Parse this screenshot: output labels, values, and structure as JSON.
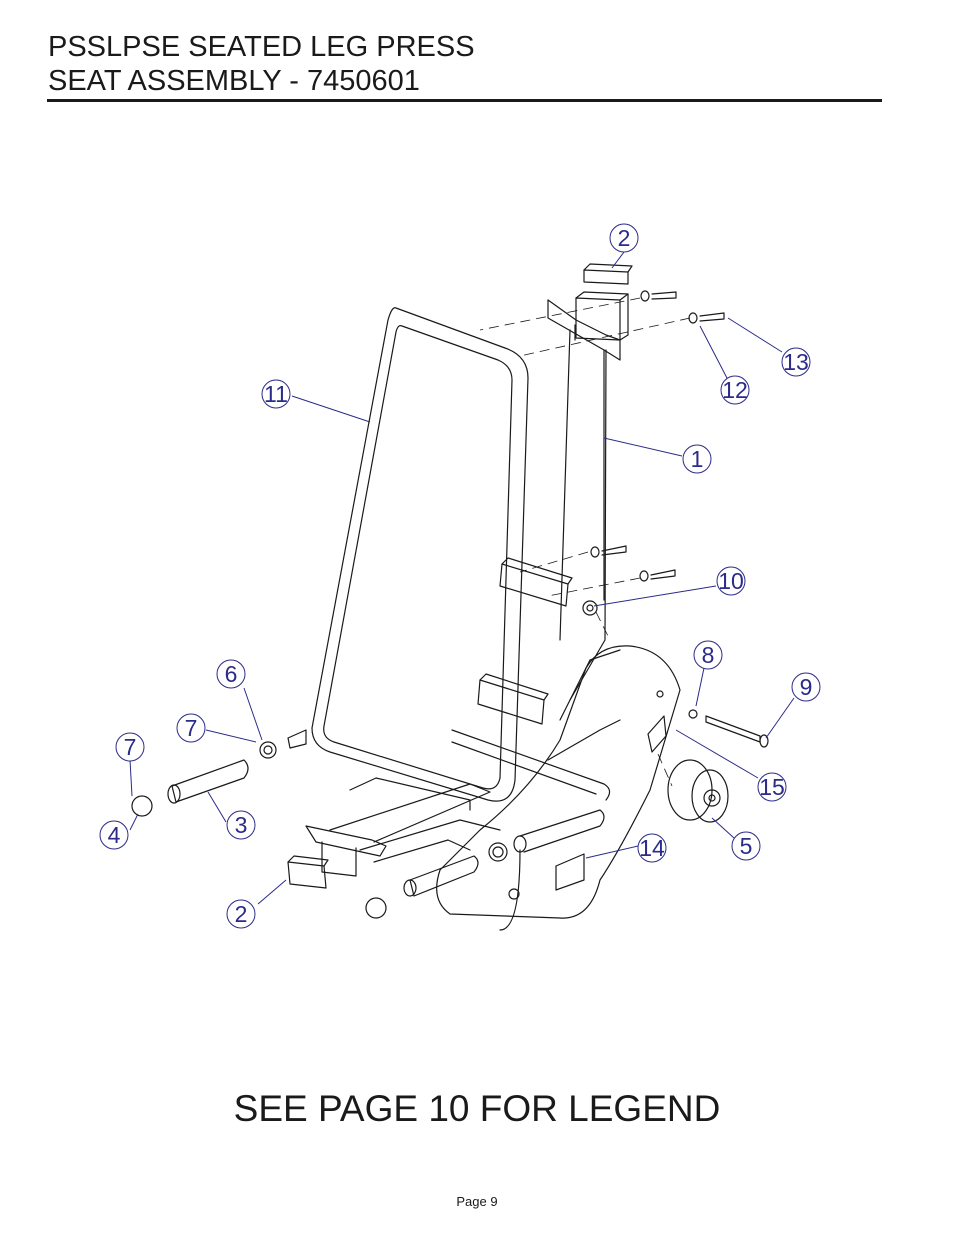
{
  "header": {
    "line1": "PSSLPSE SEATED LEG PRESS",
    "line2": "SEAT ASSEMBLY - 7450601"
  },
  "callouts": [
    "2",
    "13",
    "12",
    "11",
    "1",
    "10",
    "8",
    "9",
    "6",
    "7",
    "7",
    "15",
    "4",
    "3",
    "5",
    "14",
    "2"
  ],
  "footer_note": "SEE PAGE 10 FOR LEGEND",
  "page_label": "Page 9",
  "colors": {
    "callout": "#2b2b8a",
    "linework": "#1a1a1a"
  }
}
